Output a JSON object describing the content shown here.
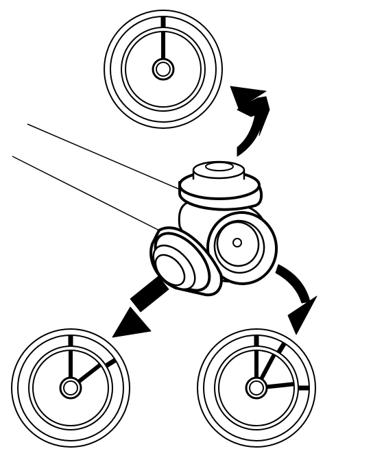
{
  "diagram": {
    "ink_color": "#000000",
    "paper_color": "#ffffff",
    "dials": [
      {
        "id": "top",
        "marks_deg": [
          0
        ],
        "pointers_deg": [
          0
        ]
      },
      {
        "id": "bottom-left",
        "marks_deg": [
          0,
          58
        ],
        "pointers_deg": [
          0,
          52
        ]
      },
      {
        "id": "bottom-right",
        "marks_deg": [
          0,
          32,
          90
        ],
        "pointers_deg": [
          0,
          28,
          84
        ]
      }
    ],
    "arrows": [
      {
        "id": "to-top-dial",
        "icon": "curved-arrow-up-icon"
      },
      {
        "id": "to-bottom-left-dial",
        "icon": "straight-arrow-down-left-icon"
      },
      {
        "id": "to-bottom-right-dial",
        "icon": "curved-arrow-down-icon"
      }
    ],
    "assembly": {
      "icon": "cv-joint-tripod-icon",
      "leader_lines": 2
    }
  }
}
